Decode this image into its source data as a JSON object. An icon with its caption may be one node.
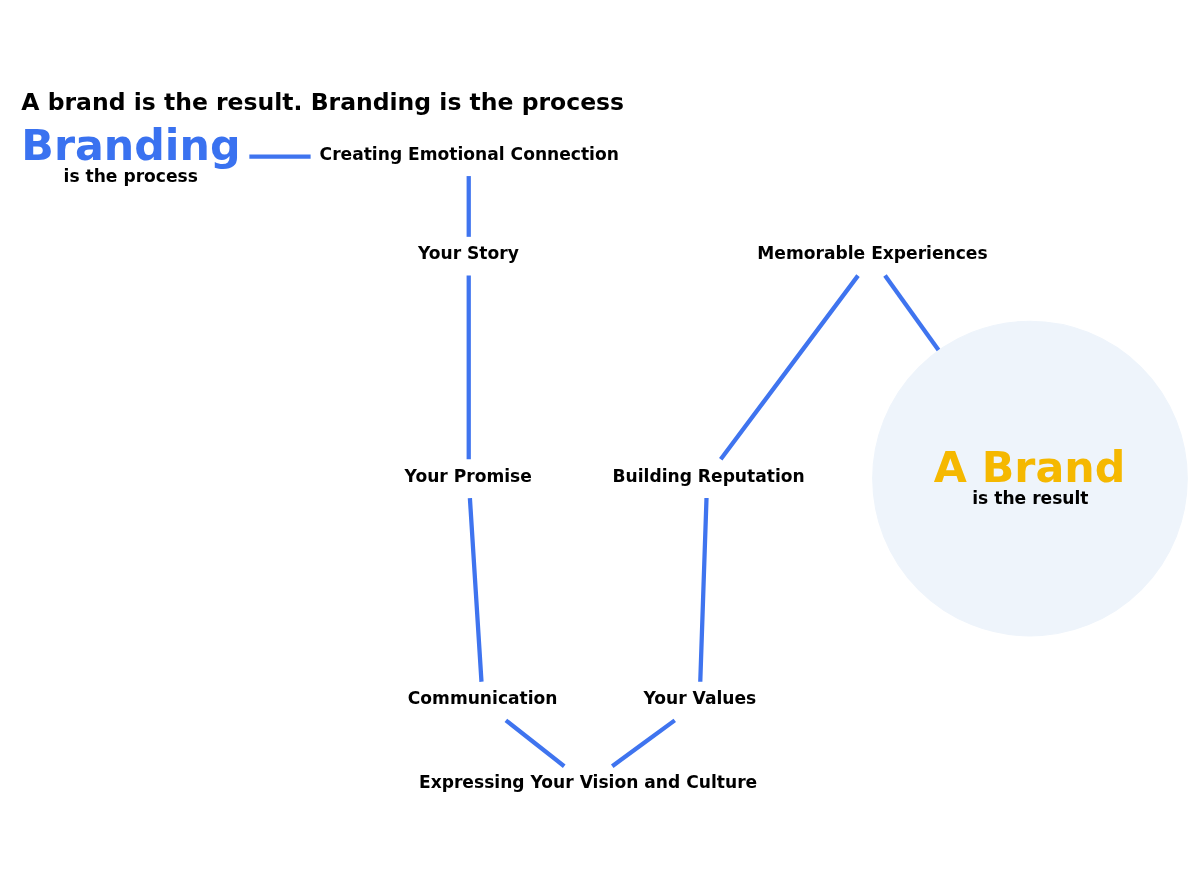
{
  "diagram": {
    "title": "A brand is the result. Branding is the process",
    "nodes": [
      {
        "text": [
          "Branding",
          "is the process"
        ]
      },
      {
        "text": [
          "Creating Emotional Connection"
        ]
      },
      {
        "text": [
          "Your Story"
        ]
      },
      {
        "text": [
          "Your Promise"
        ]
      },
      {
        "text": [
          "Communication"
        ]
      },
      {
        "text": [
          "Expressing Your Vision and Culture"
        ]
      },
      {
        "text": [
          "Your Values"
        ]
      },
      {
        "text": [
          "Building Reputation"
        ]
      },
      {
        "text": [
          "Memorable Experiences"
        ]
      },
      {
        "text": [
          "A Brand",
          "is the result"
        ]
      }
    ],
    "edges": [
      {
        "from": 0,
        "to": 1,
        "arrow": "none"
      },
      {
        "from": 1,
        "to": 2,
        "arrow": "none"
      },
      {
        "from": 2,
        "to": 3,
        "arrow": "none"
      },
      {
        "from": 3,
        "to": 4,
        "arrow": "none"
      },
      {
        "from": 4,
        "to": 5,
        "arrow": "none"
      },
      {
        "from": 5,
        "to": 6,
        "arrow": "none"
      },
      {
        "from": 6,
        "to": 7,
        "arrow": "none"
      },
      {
        "from": 7,
        "to": 8,
        "arrow": "none"
      },
      {
        "from": 8,
        "to": 9,
        "arrow": "none"
      }
    ]
  }
}
